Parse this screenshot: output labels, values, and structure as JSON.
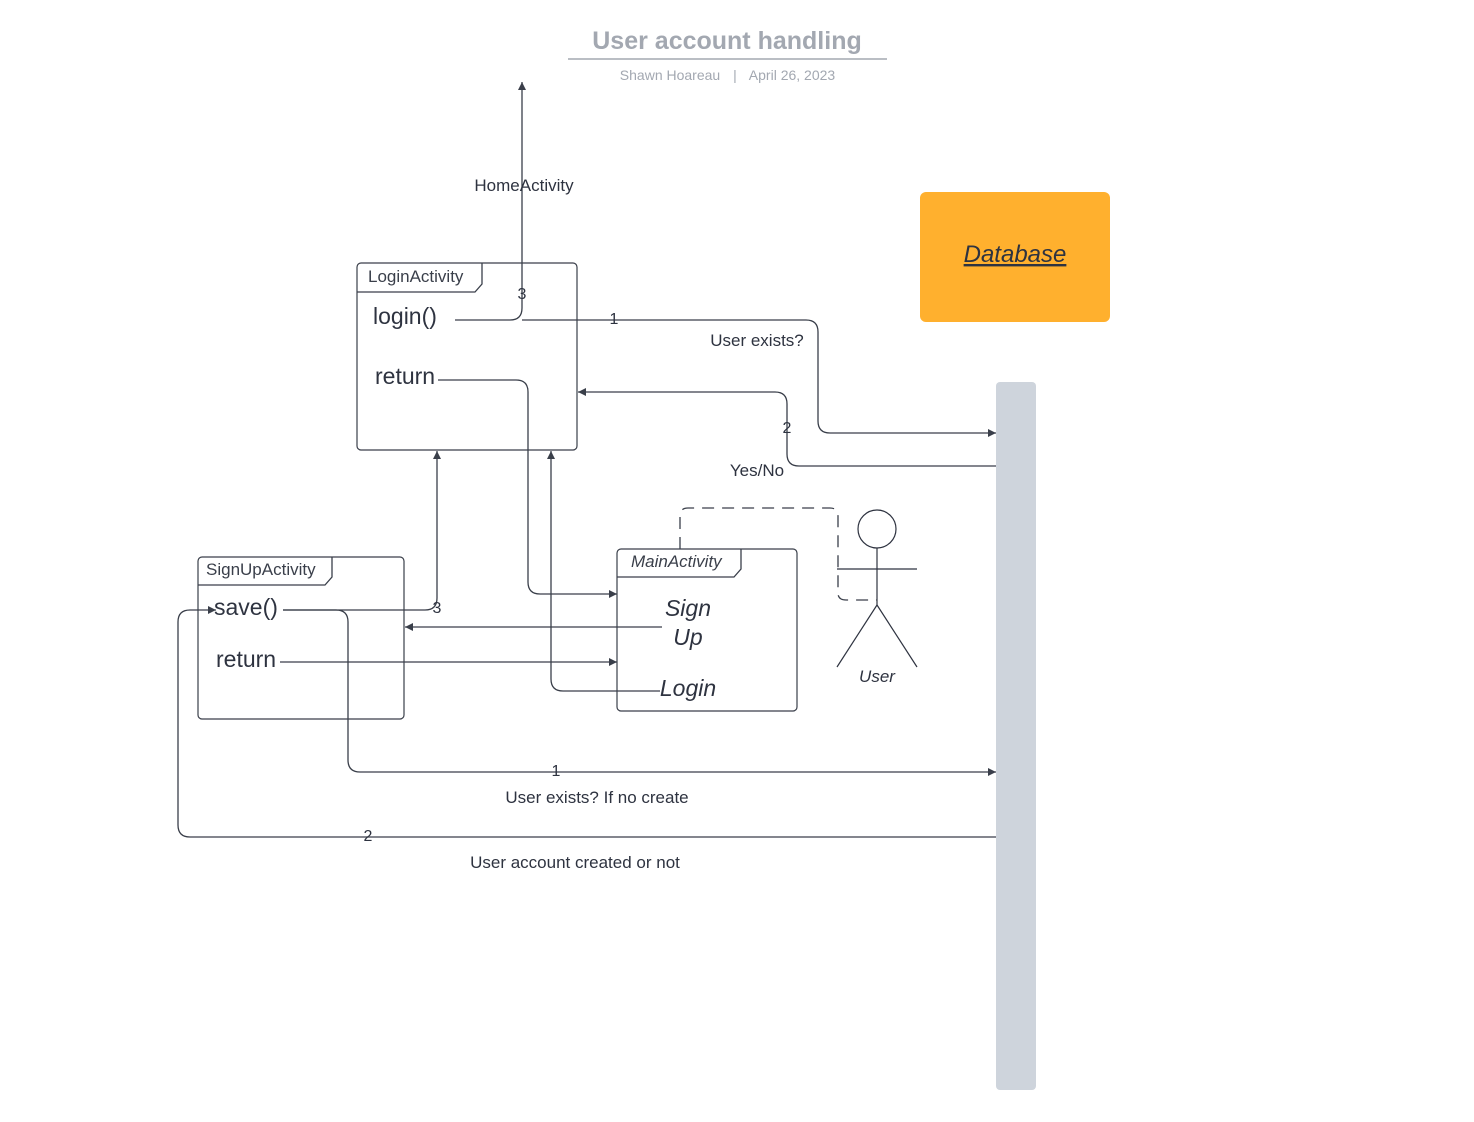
{
  "header": {
    "title": "User account handling",
    "author": "Shawn Hoareau",
    "separator": "|",
    "date": "April 26, 2023"
  },
  "nodes": {
    "login_activity": {
      "name": "LoginActivity",
      "method": "login()",
      "return": "return"
    },
    "signup_activity": {
      "name": "SignUpActivity",
      "method": "save()",
      "return": "return"
    },
    "main_activity": {
      "name": "MainActivity",
      "sign_up_line1": "Sign",
      "sign_up_line2": "Up",
      "login": "Login"
    },
    "database": {
      "label": "Database",
      "color": "#ffb02e"
    },
    "actor": {
      "label": "User"
    },
    "lifeline_color": "#ced4dc"
  },
  "messages": {
    "home_activity": "HomeActivity",
    "login_seq_3": "3",
    "login_seq_1": "1",
    "user_exists": "User exists?",
    "login_seq_2": "2",
    "yes_no": "Yes/No",
    "signup_seq_3": "3",
    "signup_seq_1": "1",
    "user_exists_create": "User exists? If no create",
    "signup_seq_2": "2",
    "account_created": "User account created or not"
  }
}
